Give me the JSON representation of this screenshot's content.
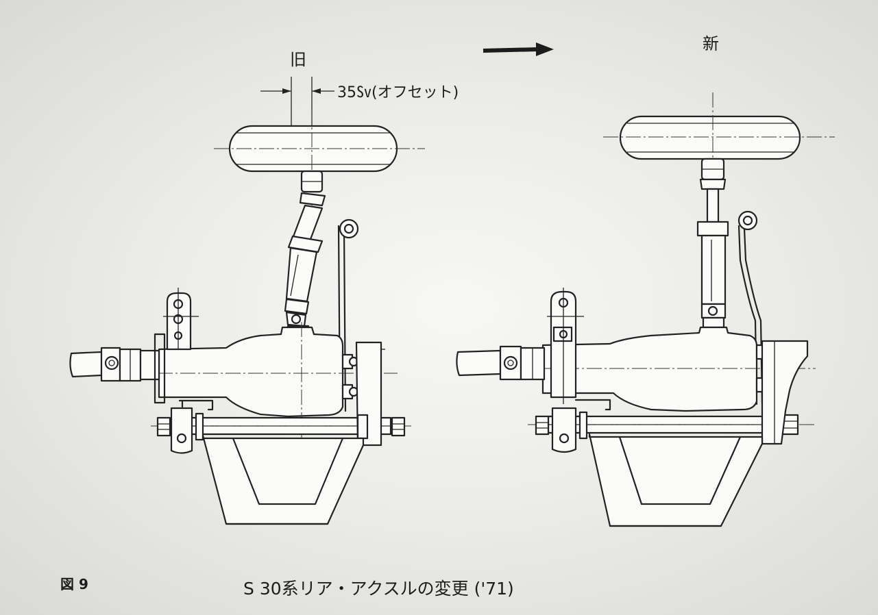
{
  "labels": {
    "old": "旧",
    "new": "新",
    "offset": "35㏜(オフセット)",
    "figure_number": "図 9",
    "caption": "S 30系リア・アクスルの変更 ('71)"
  }
}
